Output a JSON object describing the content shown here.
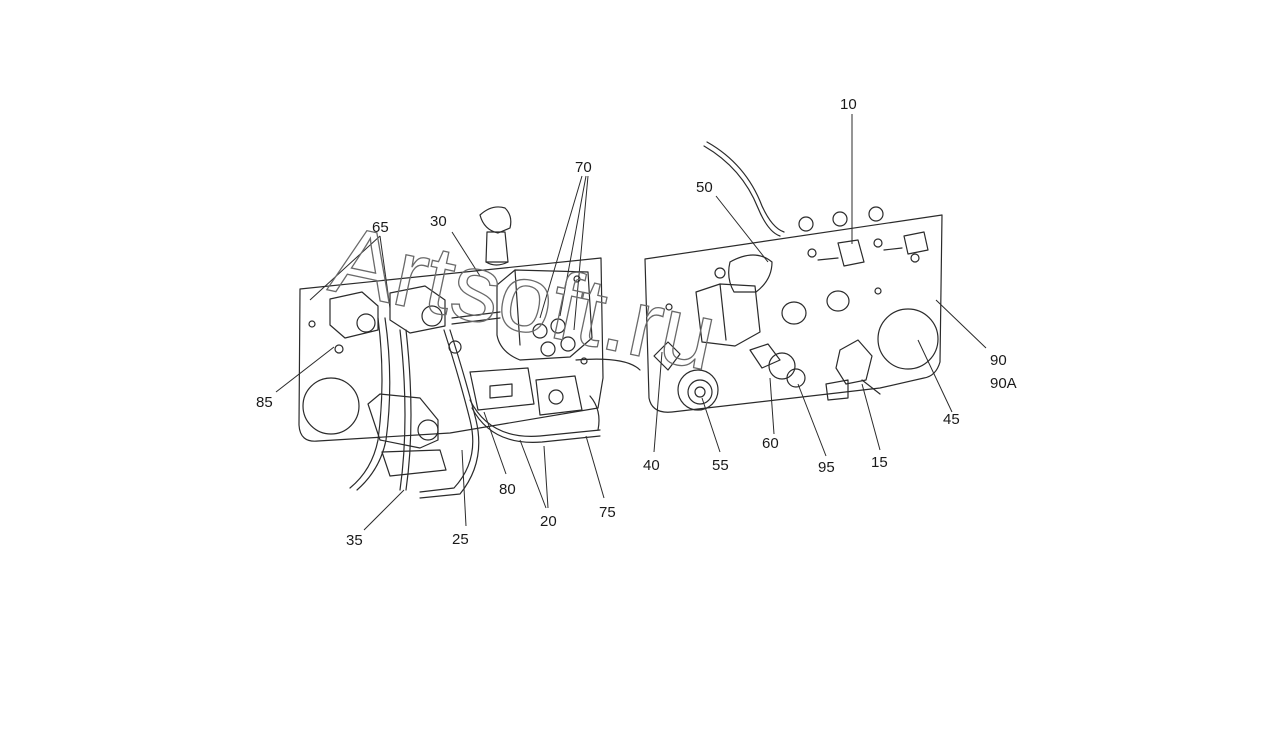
{
  "diagram": {
    "callouts": {
      "c10": "10",
      "c15": "15",
      "c20": "20",
      "c25": "25",
      "c30": "30",
      "c35": "35",
      "c40": "40",
      "c45": "45",
      "c50": "50",
      "c55": "55",
      "c60": "60",
      "c65": "65",
      "c70": "70",
      "c75": "75",
      "c80": "80",
      "c85": "85",
      "c90": "90",
      "c90a": "90A",
      "c95": "95"
    },
    "watermark": "Artsoft.ru"
  }
}
